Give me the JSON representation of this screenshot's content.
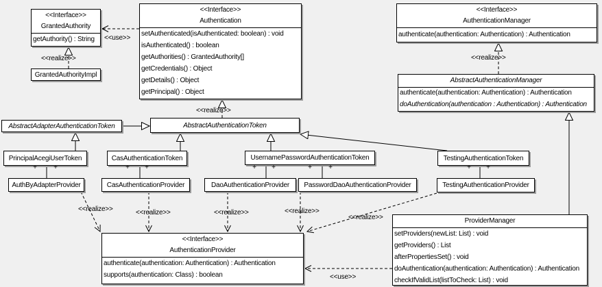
{
  "labels": {
    "interface": "<<Interface>>",
    "realize": "<<realize>>",
    "use": "<<use>>",
    "plus": "+"
  },
  "classes": {
    "granted_authority": {
      "stereotype": "<<Interface>>",
      "name": "GrantedAuthority",
      "methods": [
        "getAuthority() : String"
      ]
    },
    "granted_authority_impl": {
      "name": "GrantedAuthorityImpl"
    },
    "authentication": {
      "stereotype": "<<Interface>>",
      "name": "Authentication",
      "methods": [
        "setAuthenticated(isAuthenticated: boolean) : void",
        "isAuthenticated() : boolean",
        "getAuthorities() : GrantedAuthority[]",
        "getCredentials() : Object",
        "getDetails() : Object",
        "getPrincipal() : Object"
      ]
    },
    "authentication_manager": {
      "stereotype": "<<Interface>>",
      "name": "AuthenticationManager",
      "methods": [
        "authenticate(authentication: Authentication) : Authentication"
      ]
    },
    "abstract_authentication_manager": {
      "name": "AbstractAuthenticationManager",
      "methods": [
        "authenticate(authentication: Authentication) : Authentication",
        "doAuthentication(authentication : Authentication) : Authentication"
      ]
    },
    "abstract_adapter_authentication_token": {
      "name": "AbstractAdapterAuthenticationToken"
    },
    "abstract_authentication_token": {
      "name": "AbstractAuthenticationToken"
    },
    "principal_acegi_user_token": {
      "name": "PrincipalAcegiUserToken"
    },
    "cas_authentication_token": {
      "name": "CasAuthenticationToken"
    },
    "username_password_authentication_token": {
      "name": "UsernamePasswordAuthenticationToken"
    },
    "testing_authentication_token": {
      "name": "TestingAuthenticationToken"
    },
    "auth_by_adapter_provider": {
      "name": "AuthByAdapterProvider"
    },
    "cas_authentication_provider": {
      "name": "CasAuthenticationProvider"
    },
    "dao_authentication_provider": {
      "name": "DaoAuthenticationProvider"
    },
    "password_dao_authentication_provider": {
      "name": "PasswordDaoAuthenticationProvider"
    },
    "testing_authentication_provider": {
      "name": "TestingAuthenticationProvider"
    },
    "authentication_provider": {
      "stereotype": "<<Interface>>",
      "name": "AuthenticationProvider",
      "methods": [
        "authenticate(authentication: Authentication) : Authentication",
        "supports(authentication: Class) : boolean"
      ]
    },
    "provider_manager": {
      "name": "ProviderManager",
      "methods": [
        "setProviders(newList: List) : void",
        "getProviders() : List",
        "afterPropertiesSet() : void",
        "doAuthentication(authentication: Authentication) : Authentication",
        "checkIfValidList(listToCheck: List) : void"
      ]
    }
  }
}
